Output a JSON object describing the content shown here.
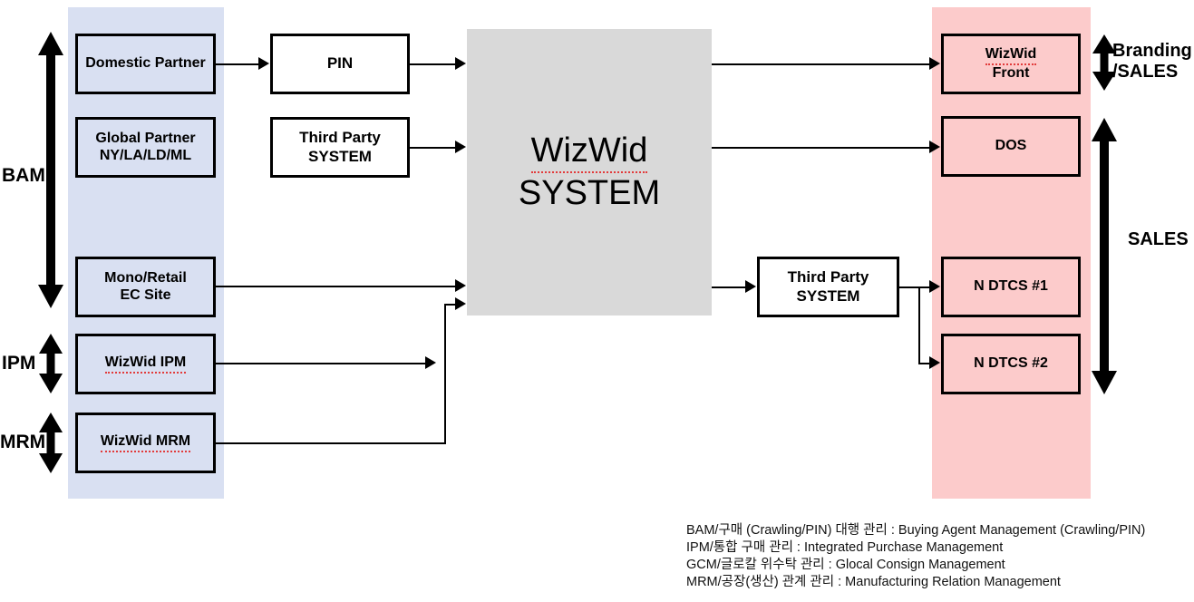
{
  "diagram": {
    "title": "WizWid System Architecture Diagram",
    "colors": {
      "band_left": "#D9E0F2",
      "band_right": "#FCCBCB",
      "center_block": "#D9D9D9",
      "node_white": "#FFFFFF",
      "border": "#000000",
      "background": "#FFFFFF",
      "spellcheck_underline": "#E23B3B"
    },
    "left_column": {
      "band_name": "partner-and-internal-systems-band",
      "nodes": [
        {
          "id": "domestic-partner",
          "label": "Domestic Partner"
        },
        {
          "id": "global-partner",
          "label": "Global Partner\nNY/LA/LD/ML"
        },
        {
          "id": "mono-retail",
          "label": "Mono/Retail\nEC Site"
        },
        {
          "id": "wizwid-ipm",
          "label": "WizWid IPM"
        },
        {
          "id": "wizwid-mrm",
          "label": "WizWid MRM"
        }
      ],
      "scope_arrows": [
        {
          "id": "bam",
          "label": "BAM"
        },
        {
          "id": "ipm",
          "label": "IPM"
        },
        {
          "id": "mrm",
          "label": "MRM"
        }
      ]
    },
    "middle_column": {
      "nodes": [
        {
          "id": "pin",
          "label": "PIN"
        },
        {
          "id": "third-party-1",
          "label": "Third Party\nSYSTEM"
        },
        {
          "id": "third-party-2",
          "label": "Third Party\nSYSTEM"
        }
      ]
    },
    "center": {
      "id": "wizwid-system",
      "label_line1": "WizWid",
      "label_line2": "SYSTEM"
    },
    "right_column": {
      "band_name": "sales-channels-band",
      "nodes": [
        {
          "id": "wizwid-front",
          "label_line1": "WizWid",
          "label_line2": "Front"
        },
        {
          "id": "dos",
          "label": "DOS"
        },
        {
          "id": "ndtcs-1",
          "label": "N DTCS #1"
        },
        {
          "id": "ndtcs-2",
          "label": "N DTCS #2"
        }
      ],
      "scope_arrows": [
        {
          "id": "branding-sales",
          "label": "Branding\n/SALES"
        },
        {
          "id": "sales",
          "label": "SALES"
        }
      ]
    },
    "legend": {
      "lines": [
        "BAM/구매 (Crawling/PIN) 대행 관리 : Buying Agent Management (Crawling/PIN)",
        "IPM/통합 구매 관리 : Integrated Purchase Management",
        "GCM/글로칼 위수탁 관리 : Glocal Consign Management",
        "MRM/공장(생산) 관계 관리 : Manufacturing Relation Management"
      ]
    }
  }
}
